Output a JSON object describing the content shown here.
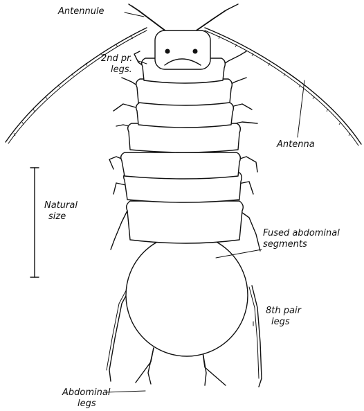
{
  "figure": {
    "labels": {
      "antennule": "Antennule",
      "second_pair_legs_line1": "2nd pr.",
      "second_pair_legs_line2": "legs.",
      "antenna": "Antenna",
      "natural_size_line1": "Natural",
      "natural_size_line2": "size",
      "fused_abdominal_line1": "Fused abdominal",
      "fused_abdominal_line2": "segments",
      "eighth_pair_line1": "8th pair",
      "eighth_pair_line2": "legs",
      "abdominal_legs_line1": "Abdominal",
      "abdominal_legs_line2": "legs"
    }
  }
}
